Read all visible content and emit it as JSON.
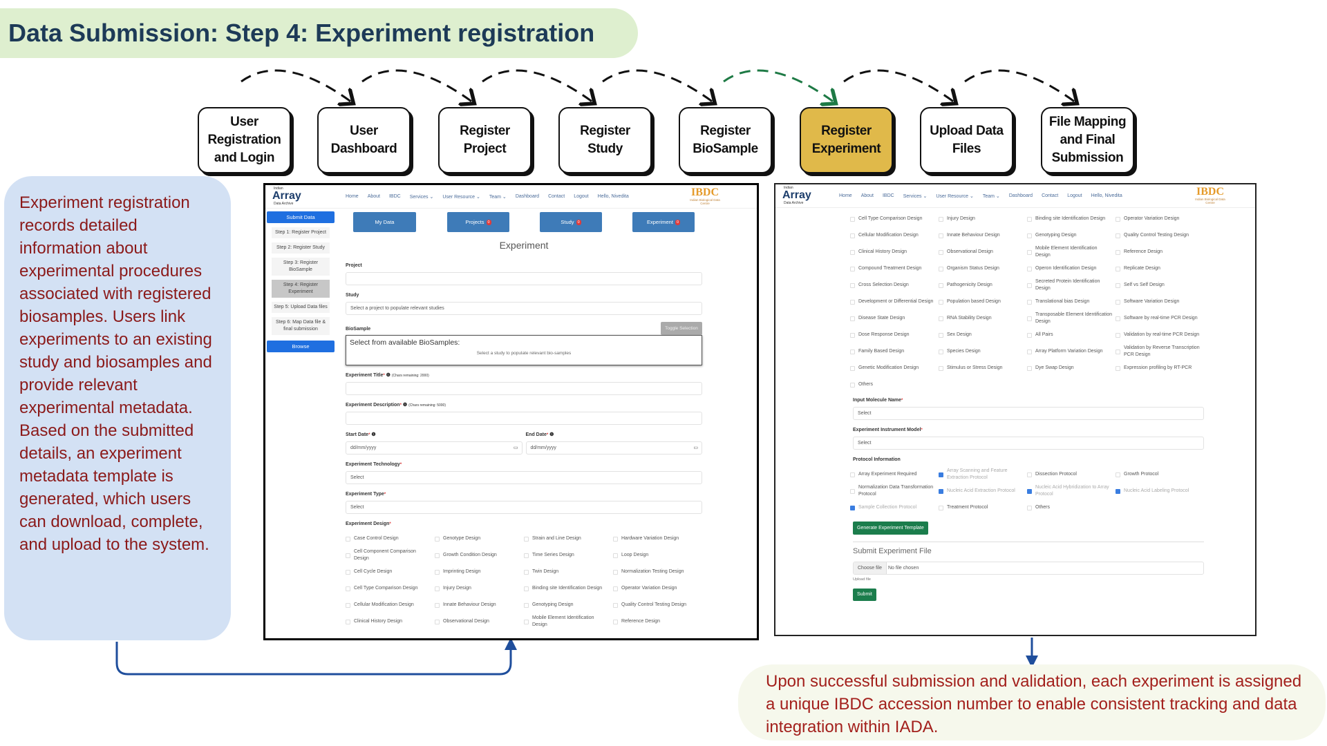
{
  "title": "Data Submission: Step 4: Experiment registration",
  "steps": [
    "User Registration and Login",
    "User Dashboard",
    "Register Project",
    "Register Study",
    "Register BioSample",
    "Register Experiment",
    "Upload Data Files",
    "File Mapping and Final Submission"
  ],
  "active_step": 5,
  "colors": {
    "active_step": "#e0b94a",
    "title_bg": "#deefcf",
    "info_bg": "#d3e1f4",
    "text_red": "#8b1a1a",
    "arrow_blue": "#1f4e9c",
    "active_arrow": "#1e7a45"
  },
  "info_text": "Experiment registration records detailed information about experimental procedures associated with registered biosamples. Users link experiments to an existing study and biosamples and provide relevant experimental metadata. Based on the submitted details, an experiment metadata template is generated, which users can download, complete, and upload to the system.",
  "note_text": "Upon successful submission and validation, each experiment is assigned a unique IBDC accession number to enable consistent tracking and data integration within IADA.",
  "app": {
    "logo_small": "Indian",
    "logo_big": "Array",
    "logo_sub": "Data Archive",
    "nav": [
      "Home",
      "About",
      "IBDC",
      "Services ⌄",
      "User Resource ⌄",
      "Team ⌄",
      "Dashboard",
      "Contact",
      "Logout",
      "Hello, Nivedita"
    ],
    "ibdc_logo": "IBDC",
    "ibdc_sub": "Indian Biological Data Centre",
    "sidebar": {
      "submit": "Submit Data",
      "steps": [
        "Step 1: Register Project",
        "Step 2: Register Study",
        "Step 3: Register BioSample",
        "Step 4: Register Experiment",
        "Step 5: Upload Data files",
        "Step 6: Map Data file & final submission"
      ],
      "current": 3,
      "browse": "Browse"
    },
    "tabs": [
      {
        "label": "My Data"
      },
      {
        "label": "Projects",
        "count": "0"
      },
      {
        "label": "Study",
        "count": "0"
      },
      {
        "label": "Experiment",
        "count": "0"
      }
    ],
    "heading": "Experiment",
    "project_label": "Project",
    "study_label": "Study",
    "study_placeholder": "Select a project to populate relevant studies",
    "biosample_label": "BioSample",
    "toggle": "Toggle Selection",
    "biosample_box_title": "Select from available BioSamples:",
    "biosample_box_hint": "Select a study to populate relevant bio-samples",
    "title_label": "Experiment Title",
    "title_chars": "(Chars remaining: 2000)",
    "desc_label": "Experiment Description",
    "desc_chars": "(Chars remaining: 5000)",
    "start_label": "Start Date",
    "end_label": "End Date",
    "date_placeholder": "dd/mm/yyyy",
    "tech_label": "Experiment Technology",
    "type_label": "Experiment Type",
    "select": "Select",
    "design_label": "Experiment Design",
    "design_rows": [
      [
        "Case Control Design",
        "Genotype Design",
        "Strain and Line Design",
        "Hardware Variation Design"
      ],
      [
        "Cell Component Comparison Design",
        "Growth Condition Design",
        "Time Series Design",
        "Loop Design"
      ],
      [
        "Cell Cycle Design",
        "Imprinting Design",
        "Twin Design",
        "Normalization Testing Design"
      ],
      [
        "Cell Type Comparison Design",
        "Injury Design",
        "Binding site Identification Design",
        "Operator Variation Design"
      ],
      [
        "Cellular Modification Design",
        "Innate Behaviour Design",
        "Genotyping Design",
        "Quality Control Testing Design"
      ],
      [
        "Clinical History Design",
        "Observational Design",
        "Mobile Element Identification Design",
        "Reference Design"
      ],
      [
        "Compound Treatment Design",
        "Organism Status Design",
        "Operon Identification Design",
        "Replicate Design"
      ],
      [
        "Cross Selection Design",
        "Pathogenicity Design",
        "Secreted Protein Identification Design",
        "Self vs Self Design"
      ],
      [
        "Development or Differential Design",
        "Population based Design",
        "Translational bias Design",
        "Software Variation Design"
      ],
      [
        "Disease State Design",
        "RNA Stability Design",
        "Transposable Element Identification Design",
        "Software by real-time PCR Design"
      ],
      [
        "Dose Response Design",
        "Sex Design",
        "All Pairs",
        "Validation by real-time PCR Design"
      ],
      [
        "Family Based Design",
        "Species Design",
        "Array Platform Variation Design",
        "Validation by Reverse Transcription PCR Design"
      ],
      [
        "Genetic Modification Design",
        "Stimulus or Stress Design",
        "Dye Swap Design",
        "Expression profiling by RT-PCR"
      ],
      [
        "Others"
      ]
    ],
    "molecule_label": "Input Molecule Name",
    "instrument_label": "Experiment Instrument Model",
    "protocol_label": "Protocol Information",
    "protocols": [
      {
        "label": "Array Experiment Required",
        "checked": false
      },
      {
        "label": "Array Scanning and Feature Extraction Protocol",
        "checked": true
      },
      {
        "label": "Dissection Protocol",
        "checked": false
      },
      {
        "label": "Growth Protocol",
        "checked": false
      },
      {
        "label": "Normalization Data Transformation Protocol",
        "checked": false
      },
      {
        "label": "Nucleic Acid Extraction Protocol",
        "checked": true
      },
      {
        "label": "Nucleic Acid Hybridization to Array Protocol",
        "checked": true
      },
      {
        "label": "Nucleic Acid Labeling Protocol",
        "checked": true
      },
      {
        "label": "Sample Collection Protocol",
        "checked": true
      },
      {
        "label": "Treatment Protocol",
        "checked": false
      },
      {
        "label": "Others",
        "checked": false
      }
    ],
    "generate": "Generate Experiment Template",
    "submit_file_heading": "Submit Experiment File",
    "choose_file": "Choose file",
    "no_file": "No file chosen",
    "upload_hint": "Upload file",
    "submit": "Submit"
  }
}
